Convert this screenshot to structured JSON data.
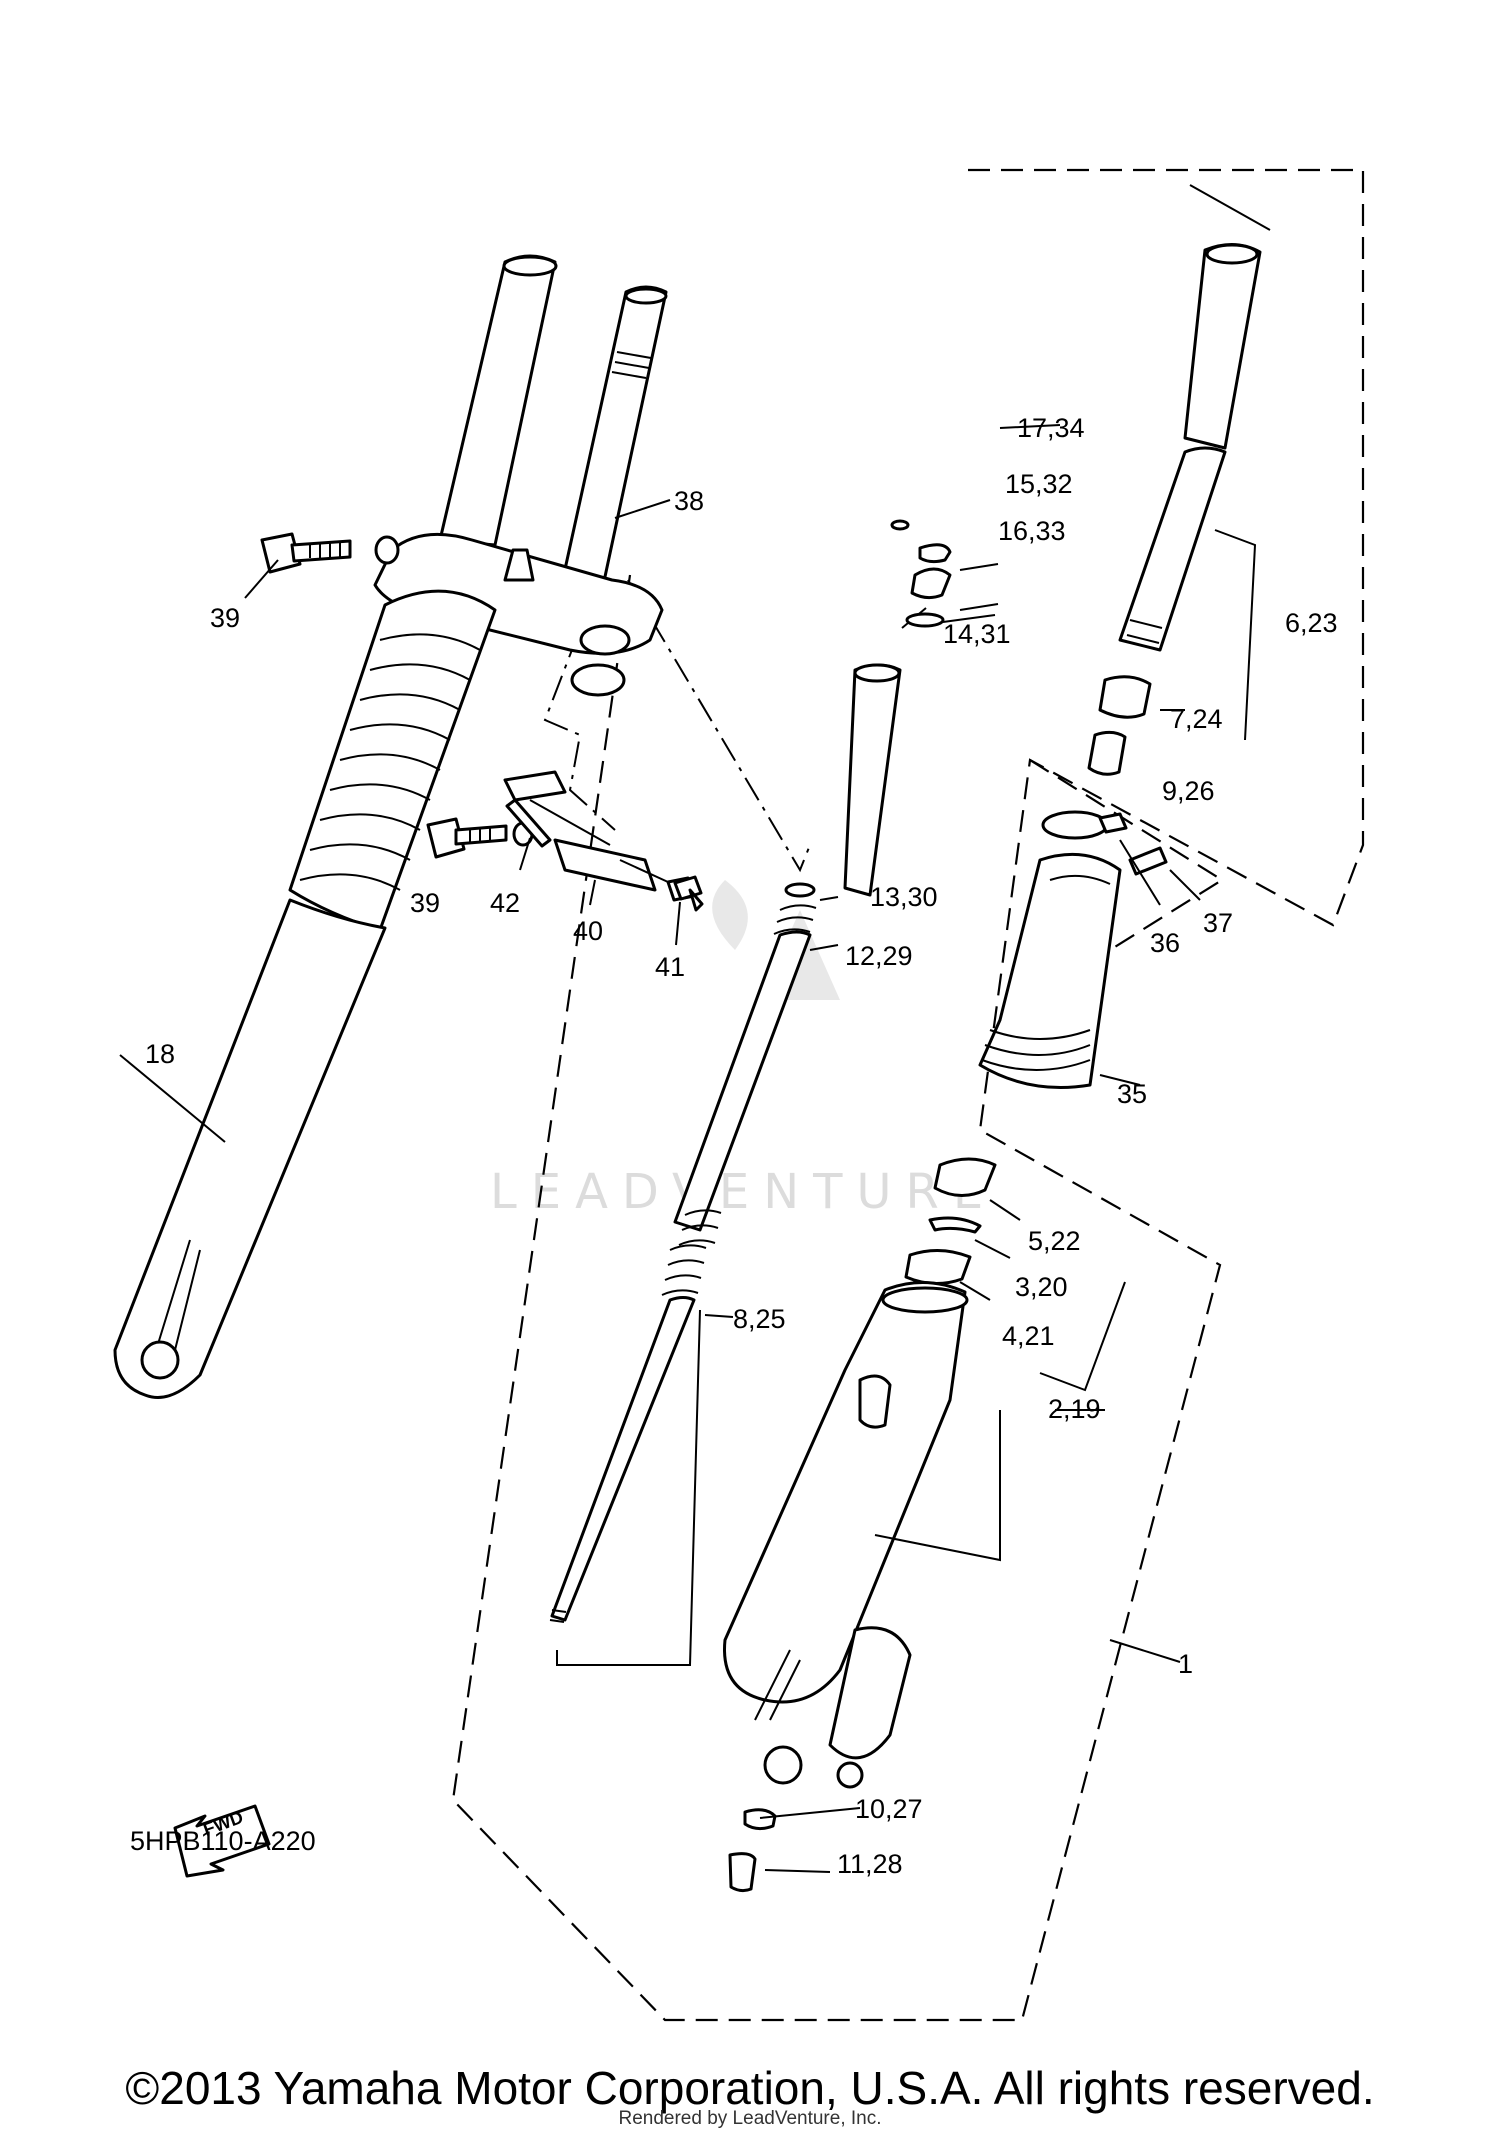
{
  "diagram": {
    "code": "5HPB110-A220",
    "fwd_label": "FWD",
    "watermark": "LEADVENTURE",
    "labels": {
      "l1": "1",
      "l2_19": "2,19",
      "l3_20": "3,20",
      "l4_21": "4,21",
      "l5_22": "5,22",
      "l6_23": "6,23",
      "l7_24": "7,24",
      "l8_25": "8,25",
      "l9_26": "9,26",
      "l10_27": "10,27",
      "l11_28": "11,28",
      "l12_29": "12,29",
      "l13_30": "13,30",
      "l14_31": "14,31",
      "l15_32": "15,32",
      "l16_33": "16,33",
      "l17_34": "17,34",
      "l18": "18",
      "l35": "35",
      "l36": "36",
      "l37": "37",
      "l38": "38",
      "l39a": "39",
      "l39b": "39",
      "l40": "40",
      "l41": "41",
      "l42": "42"
    }
  },
  "footer": {
    "copyright": "©2013 Yamaha Motor Corporation, U.S.A. All rights reserved.",
    "rendered_by": "Rendered by LeadVenture, Inc."
  }
}
